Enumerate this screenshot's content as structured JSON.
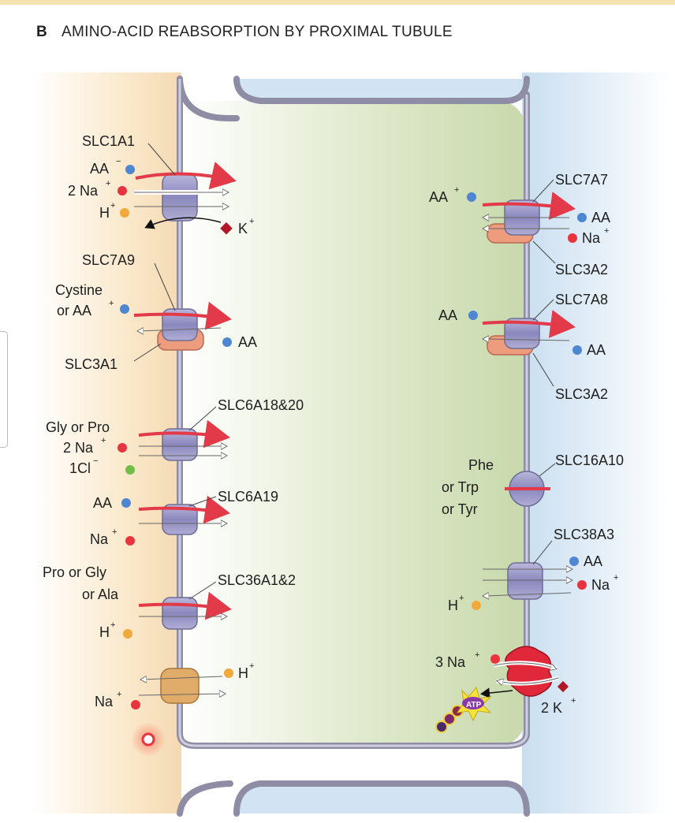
{
  "header": {
    "letter": "B",
    "title": "AMINO-ACID REABSORPTION BY PROXIMAL TUBULE"
  },
  "colors": {
    "cell": "#cfdcb4",
    "lumen": "#f6dcb6",
    "interstitium": "#cfe3f1",
    "membrane": "#9a97ad",
    "transporter": "#9591c4",
    "ampersand_red": "#e03040"
  },
  "apical": {
    "slc1a1": {
      "name": "SLC1A1",
      "aa": "AA",
      "aa_sup": "−",
      "na": "2 Na",
      "na_sup": "+",
      "h": "H",
      "h_sup": "+",
      "k": "K",
      "k_sup": "+"
    },
    "slc7a9": {
      "name": "SLC7A9",
      "partner": "SLC3A1",
      "sub1": "Cystine",
      "sub2": "or AA",
      "sub2_sup": "+",
      "out": "AA"
    },
    "slc6a18": {
      "name": "SLC6A18&20",
      "sub1": "Gly or Pro",
      "na": "2 Na",
      "na_sup": "+",
      "cl": "1Cl",
      "cl_sup": "−"
    },
    "slc6a19": {
      "name": "SLC6A19",
      "aa": "AA",
      "na": "Na",
      "na_sup": "+"
    },
    "slc36a1": {
      "name": "SLC36A1&2",
      "sub1": "Pro or Gly",
      "sub2": "or Ala",
      "h": "H",
      "h_sup": "+"
    },
    "nhe": {
      "h": "H",
      "h_sup": "+",
      "na": "Na",
      "na_sup": "+"
    }
  },
  "basolateral": {
    "slc7a7": {
      "name": "SLC7A7",
      "partner": "SLC3A2",
      "aa_in": "AA",
      "aa_in_sup": "+",
      "aa_out": "AA",
      "na": "Na",
      "na_sup": "+"
    },
    "slc7a8": {
      "name": "SLC7A8",
      "partner": "SLC3A2",
      "aa_in": "AA",
      "aa_out": "AA"
    },
    "slc16a10": {
      "name": "SLC16A10",
      "sub1": "Phe",
      "sub2": "or Trp",
      "sub3": "or Tyr"
    },
    "slc38a3": {
      "name": "SLC38A3",
      "aa": "AA",
      "na": "Na",
      "na_sup": "+",
      "h": "H",
      "h_sup": "+"
    },
    "pump": {
      "na": "3 Na",
      "na_sup": "+",
      "k": "2 K",
      "k_sup": "+",
      "atp": "ATP"
    }
  }
}
